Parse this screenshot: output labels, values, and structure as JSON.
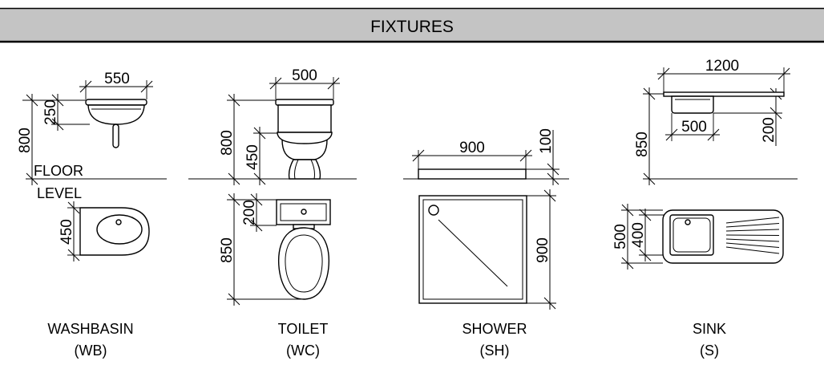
{
  "title": "FIXTURES",
  "floor_label": {
    "line1": "FLOOR",
    "line2": "LEVEL"
  },
  "colors": {
    "header_bg": "#c4c4c4",
    "linework": "#000000"
  },
  "fixtures": [
    {
      "name": "WASHBASIN",
      "code": "(WB)",
      "dims": {
        "elev_width": "550",
        "elev_bowl_depth": "250",
        "elev_rim_height": "800",
        "plan_depth": "450"
      }
    },
    {
      "name": "TOILET",
      "code": "(WC)",
      "dims": {
        "elev_width": "500",
        "elev_height": "800",
        "elev_seat_height": "450",
        "plan_tank_depth": "200",
        "plan_length": "850"
      }
    },
    {
      "name": "SHOWER",
      "code": "(SH)",
      "dims": {
        "elev_width": "900",
        "elev_tray_height": "100",
        "plan_depth": "900"
      }
    },
    {
      "name": "SINK",
      "code": "(S)",
      "dims": {
        "elev_length": "1200",
        "elev_bowl_width": "500",
        "elev_bowl_depth": "200",
        "elev_height": "850",
        "plan_depth": "500",
        "plan_bowl_depth": "400"
      }
    }
  ]
}
